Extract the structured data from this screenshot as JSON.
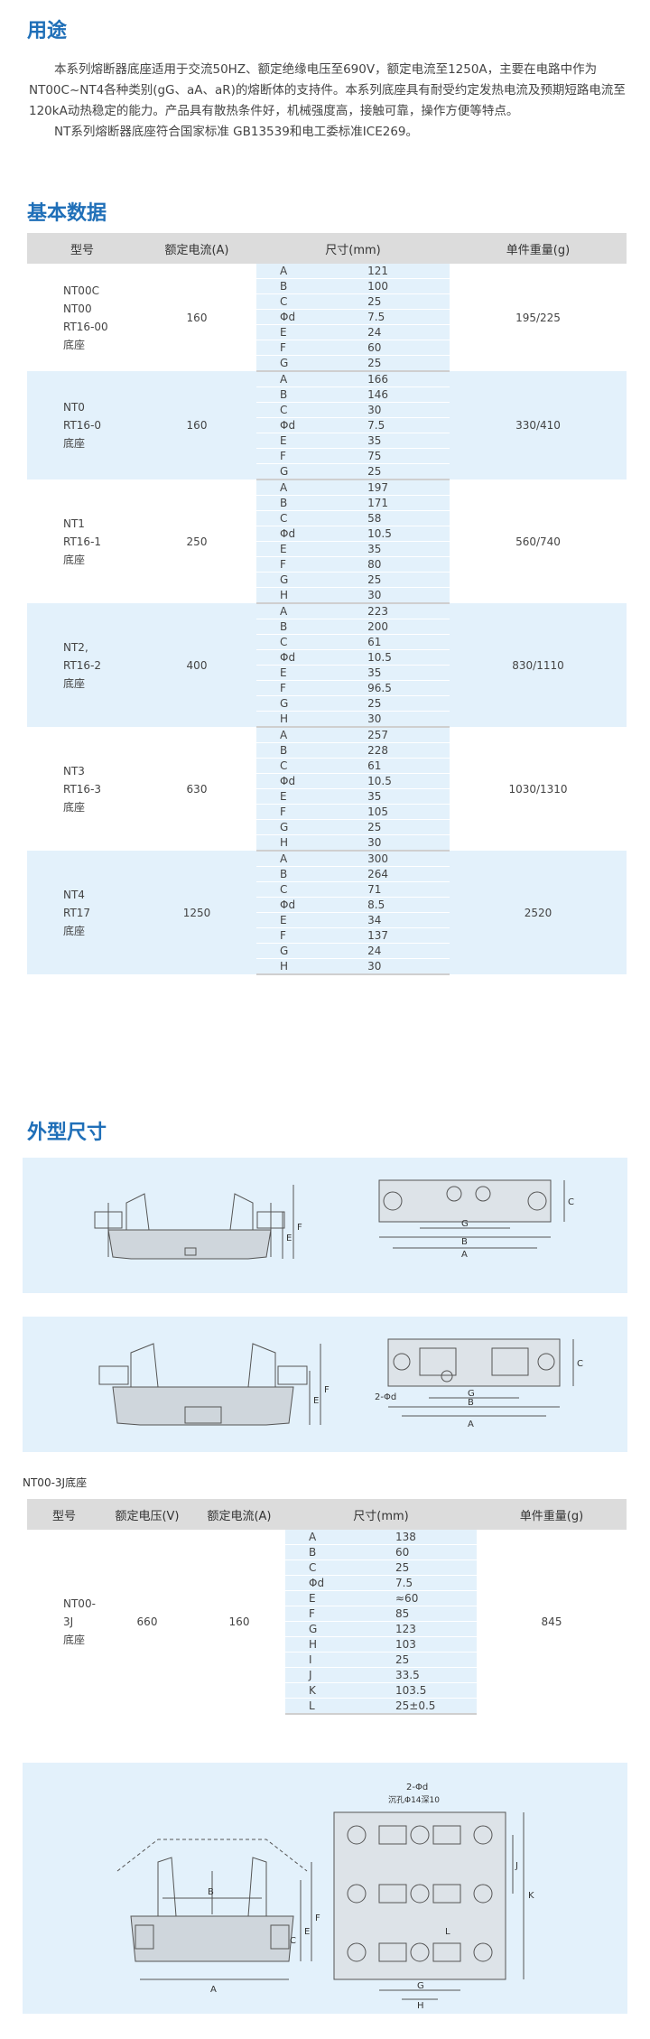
{
  "usage": {
    "heading": "用途",
    "paragraphs": [
      "本系列熔断器底座适用于交流50HZ、额定绝缘电压至690V，额定电流至1250A，主要在电路中作为NT00C~NT4各种类别(gG、aA、aR)的熔断体的支持件。本系列底座具有耐受约定发热电流及预期短路电流至120kA动热稳定的能力。产品具有散热条件好，机械强度高，接触可靠，操作方便等特点。",
      "NT系列熔断器底座符合国家标准 GB13539和电工委标准ICE269。"
    ]
  },
  "basic_data": {
    "heading": "基本数据",
    "headers": [
      "型号",
      "额定电流(A)",
      "尺寸(mm)",
      "单件重量(g)"
    ],
    "groups": [
      {
        "model": [
          "NT00C",
          "NT00",
          "RT16-00",
          "底座"
        ],
        "current": "160",
        "weight": "195/225",
        "dims": [
          [
            "A",
            "121"
          ],
          [
            "B",
            "100"
          ],
          [
            "C",
            "25"
          ],
          [
            "Φd",
            "7.5"
          ],
          [
            "E",
            "24"
          ],
          [
            "F",
            "60"
          ],
          [
            "G",
            "25"
          ]
        ]
      },
      {
        "model": [
          "NT0",
          "RT16-0",
          "底座"
        ],
        "current": "160",
        "weight": "330/410",
        "dims": [
          [
            "A",
            "166"
          ],
          [
            "B",
            "146"
          ],
          [
            "C",
            "30"
          ],
          [
            "Φd",
            "7.5"
          ],
          [
            "E",
            "35"
          ],
          [
            "F",
            "75"
          ],
          [
            "G",
            "25"
          ]
        ]
      },
      {
        "model": [
          "NT1",
          "RT16-1",
          "底座"
        ],
        "current": "250",
        "weight": "560/740",
        "dims": [
          [
            "A",
            "197"
          ],
          [
            "B",
            "171"
          ],
          [
            "C",
            "58"
          ],
          [
            "Φd",
            "10.5"
          ],
          [
            "E",
            "35"
          ],
          [
            "F",
            "80"
          ],
          [
            "G",
            "25"
          ],
          [
            "H",
            "30"
          ]
        ]
      },
      {
        "model": [
          "NT2,",
          "RT16-2",
          "底座"
        ],
        "current": "400",
        "weight": "830/1110",
        "dims": [
          [
            "A",
            "223"
          ],
          [
            "B",
            "200"
          ],
          [
            "C",
            "61"
          ],
          [
            "Φd",
            "10.5"
          ],
          [
            "E",
            "35"
          ],
          [
            "F",
            "96.5"
          ],
          [
            "G",
            "25"
          ],
          [
            "H",
            "30"
          ]
        ]
      },
      {
        "model": [
          "NT3",
          "RT16-3",
          "底座"
        ],
        "current": "630",
        "weight": "1030/1310",
        "dims": [
          [
            "A",
            "257"
          ],
          [
            "B",
            "228"
          ],
          [
            "C",
            "61"
          ],
          [
            "Φd",
            "10.5"
          ],
          [
            "E",
            "35"
          ],
          [
            "F",
            "105"
          ],
          [
            "G",
            "25"
          ],
          [
            "H",
            "30"
          ]
        ]
      },
      {
        "model": [
          "NT4",
          "RT17",
          "底座"
        ],
        "current": "1250",
        "weight": "2520",
        "dims": [
          [
            "A",
            "300"
          ],
          [
            "B",
            "264"
          ],
          [
            "C",
            "71"
          ],
          [
            "Φd",
            "8.5"
          ],
          [
            "E",
            "34"
          ],
          [
            "F",
            "137"
          ],
          [
            "G",
            "24"
          ],
          [
            "H",
            "30"
          ]
        ]
      }
    ]
  },
  "outline": {
    "heading": "外型尺寸",
    "fig1_labels": [
      "F",
      "E",
      "G",
      "B",
      "A",
      "C"
    ],
    "fig2_labels": [
      "F",
      "E",
      "2-Φd",
      "G",
      "B",
      "A",
      "C"
    ],
    "fig3_labels": [
      "B",
      "F",
      "E",
      "C",
      "A",
      "2-Φd",
      "沉孔Φ14深10",
      "K",
      "J",
      "L",
      "H",
      "G"
    ]
  },
  "nt00_3j": {
    "caption": "NT00-3J底座",
    "headers": [
      "型号",
      "额定电压(V)",
      "额定电流(A)",
      "尺寸(mm)",
      "单件重量(g)"
    ],
    "model": [
      "NT00-3J",
      "底座"
    ],
    "voltage": "660",
    "current": "160",
    "weight": "845",
    "dims": [
      [
        "A",
        "138"
      ],
      [
        "B",
        "60"
      ],
      [
        "C",
        "25"
      ],
      [
        "Φd",
        "7.5"
      ],
      [
        "E",
        "≈60"
      ],
      [
        "F",
        "85"
      ],
      [
        "G",
        "123"
      ],
      [
        "H",
        "103"
      ],
      [
        "I",
        "25"
      ],
      [
        "J",
        "33.5"
      ],
      [
        "K",
        "103.5"
      ],
      [
        "L",
        "25±0.5"
      ]
    ]
  },
  "colors": {
    "accent": "#1f6fb8",
    "panel": "#e3f1fb",
    "header_bg": "#dcdcdc"
  }
}
